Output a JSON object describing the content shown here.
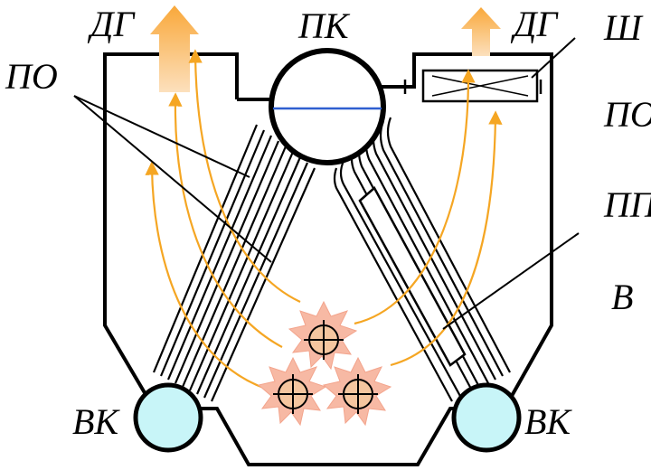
{
  "labels": {
    "pk": "ПК",
    "dg_left": "ДГ",
    "dg_right": "ДГ",
    "sh": "Ш",
    "po_left": "ПО",
    "po_right": "ПО",
    "pp": "ПП",
    "vk_left": "ВК",
    "vk_right": "ВК",
    "v_right": "В"
  },
  "colors": {
    "outline": "#000000",
    "flow_arrow": "#F5A623",
    "exhaust_top": "#F9A83A",
    "exhaust_bottom": "#FBD9A8",
    "collector_fill": "#C8F5F8",
    "water_level": "#2E5FD0",
    "burner_flame_outer": "#F7B9A4",
    "burner_flame_inner": "#F5C69F",
    "burner_glyph": "#F7A64A"
  },
  "components": {
    "drum": "steam-drum",
    "collectors": [
      "lower-collector-left",
      "lower-collector-right"
    ],
    "burners": [
      "burner-top",
      "burner-bottom-left",
      "burner-bottom-right"
    ],
    "exhaust": [
      "exhaust-left",
      "exhaust-right"
    ]
  }
}
